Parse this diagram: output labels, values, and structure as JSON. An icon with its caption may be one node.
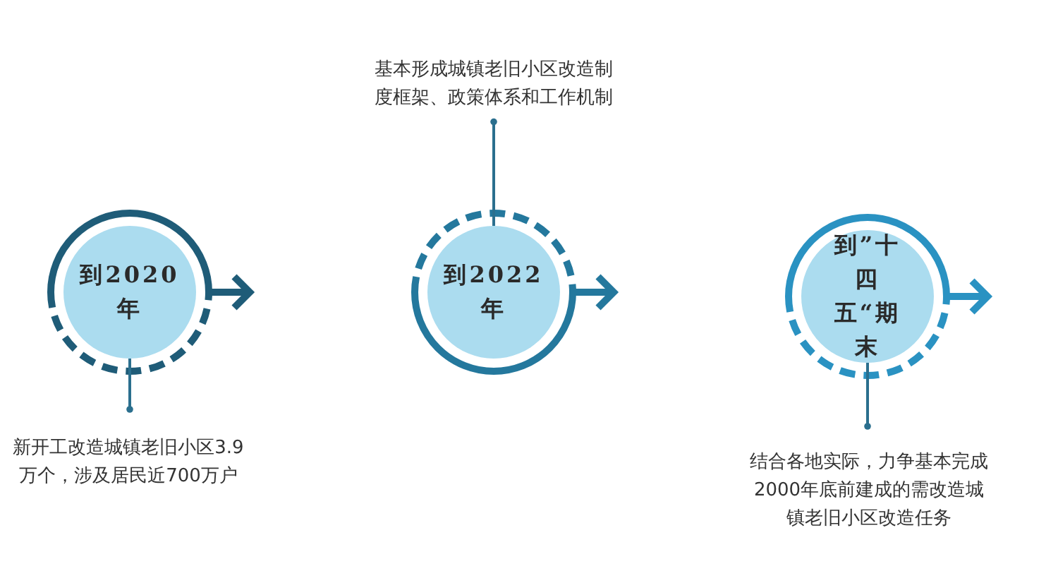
{
  "diagram": {
    "nodes": [
      {
        "text": [
          "到2020年"
        ]
      },
      {
        "text": [
          "新开工改造城镇老旧小区3.9万个，涉及居民近700万户"
        ]
      },
      {
        "text": [
          "到2022年"
        ]
      },
      {
        "text": [
          "基本形成城镇老旧小区改造制度框架、政策体系和工作机制"
        ]
      },
      {
        "text": [
          "到”十四五“期末"
        ]
      },
      {
        "text": [
          "结合各地实际，力争基本完成2000年底前建成的需改造城镇老旧小区改造任务"
        ]
      }
    ],
    "edges": [
      {
        "from": 1,
        "to": 0,
        "arrow": "other"
      },
      {
        "from": 3,
        "to": 2,
        "arrow": "other"
      },
      {
        "from": 5,
        "to": 4,
        "arrow": "other"
      }
    ]
  }
}
